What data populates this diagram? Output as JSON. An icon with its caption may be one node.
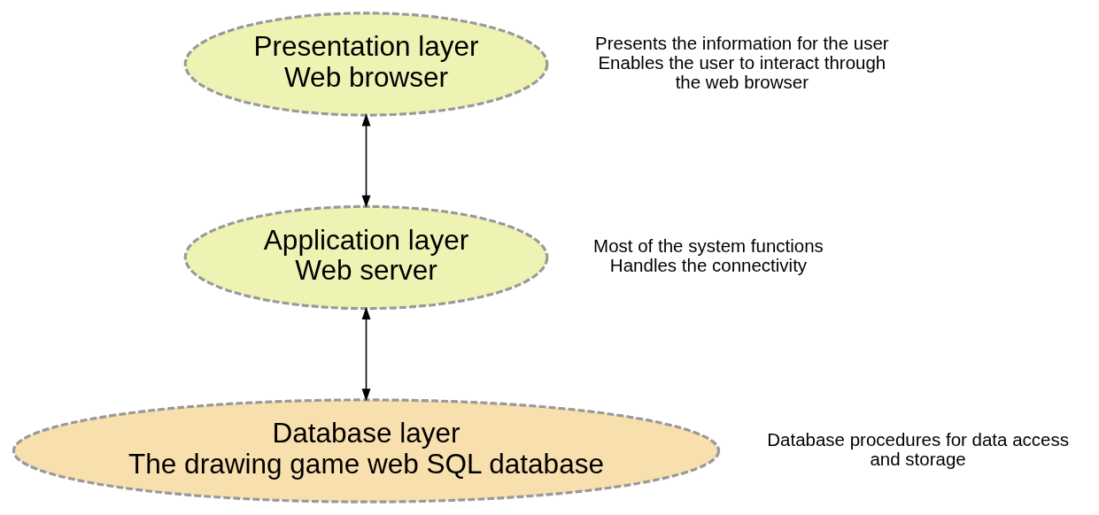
{
  "diagram": {
    "nodes": [
      {
        "text": [
          "Presentation layer",
          "Web browser"
        ],
        "beside": [
          "Presents the information for the user",
          "Enables the user to interact through the web browser"
        ]
      },
      {
        "text": [
          "Application layer",
          "Web server"
        ],
        "beside": [
          "Most of the system functions",
          "Handles the connectivity"
        ]
      },
      {
        "text": [
          "Database layer",
          "The drawing game web SQL database"
        ],
        "beside": [
          "Database procedures for data access and storage"
        ]
      }
    ],
    "edges": [
      {
        "from": 0,
        "to": 1,
        "arrow": "both"
      },
      {
        "from": 1,
        "to": 2,
        "arrow": "both"
      }
    ]
  }
}
